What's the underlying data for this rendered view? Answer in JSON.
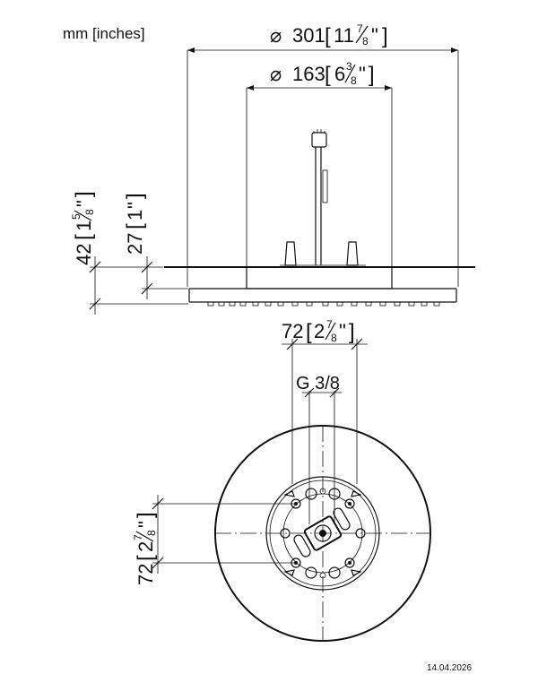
{
  "units_label": "mm [inches]",
  "date": "14.04.2026",
  "side_view": {
    "outer_diameter": {
      "symbol": "⌀",
      "mm": "301",
      "whole": "11",
      "num": "7",
      "den": "8",
      "close": "\""
    },
    "inner_diameter": {
      "symbol": "⌀",
      "mm": "163",
      "whole": "6",
      "num": "3",
      "den": "8",
      "close": "\""
    },
    "total_height": {
      "mm": "42",
      "whole": "1",
      "num": "5",
      "den": "8",
      "close": "\""
    },
    "ceiling_height": {
      "mm": "27",
      "whole": "1",
      "close": "\""
    }
  },
  "top_view": {
    "center_spacing": {
      "mm": "72",
      "whole": "2",
      "num": "7",
      "den": "8",
      "close": "\""
    },
    "thread": "G 3/8",
    "vertical_spacing": {
      "mm": "72",
      "whole": "2",
      "num": "7",
      "den": "8",
      "close": "\""
    }
  }
}
